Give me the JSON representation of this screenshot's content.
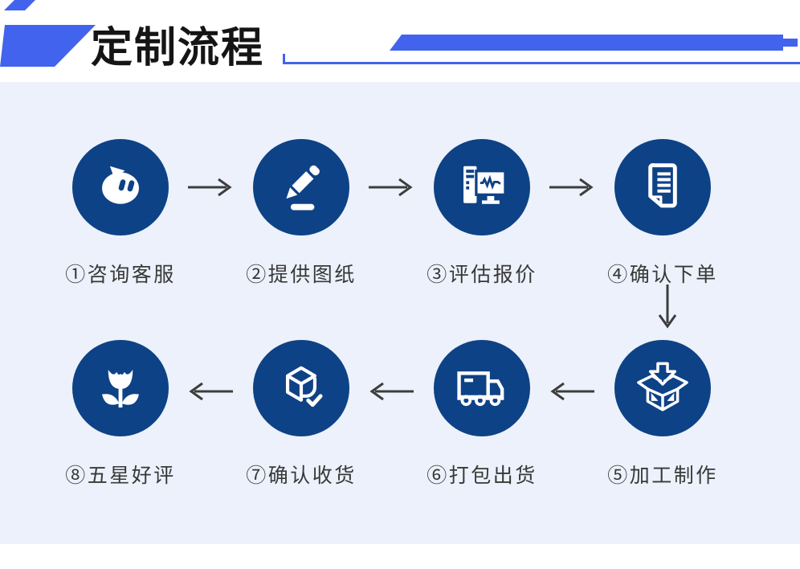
{
  "header": {
    "title": "定制流程"
  },
  "colors": {
    "accent": "#4263ee",
    "navy": "#0e4286",
    "bg": "#ecf1fb",
    "arrow": "#3d3d3d",
    "title": "#151515",
    "label": "#383838"
  },
  "steps": [
    {
      "label": "①咨询客服",
      "icon": "chat-bubble-icon"
    },
    {
      "label": "②提供图纸",
      "icon": "pencil-icon"
    },
    {
      "label": "③评估报价",
      "icon": "computer-quote-icon"
    },
    {
      "label": "④确认下单",
      "icon": "order-document-icon"
    },
    {
      "label": "⑤加工制作",
      "icon": "box-arrow-icon"
    },
    {
      "label": "⑥打包出货",
      "icon": "truck-icon"
    },
    {
      "label": "⑦确认收货",
      "icon": "package-check-icon"
    },
    {
      "label": "⑧五星好评",
      "icon": "flower-icon"
    }
  ],
  "connector_icons": [
    "arrow-right-icon",
    "arrow-down-icon",
    "arrow-left-icon"
  ]
}
